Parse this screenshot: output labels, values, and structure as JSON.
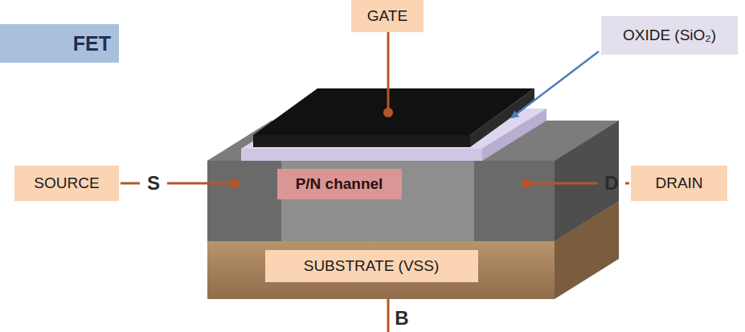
{
  "diagram": {
    "title": "FET",
    "nodes": [
      {
        "text": [
          "GATE"
        ]
      },
      {
        "text": [
          "OXIDE (SiO₂)"
        ]
      },
      {
        "text": [
          "SOURCE"
        ]
      },
      {
        "text": [
          "P/N channel"
        ]
      },
      {
        "text": [
          "DRAIN"
        ]
      },
      {
        "text": [
          "SUBSTRATE (VSS)"
        ]
      }
    ],
    "labels": [
      "S",
      "D",
      "B"
    ]
  }
}
